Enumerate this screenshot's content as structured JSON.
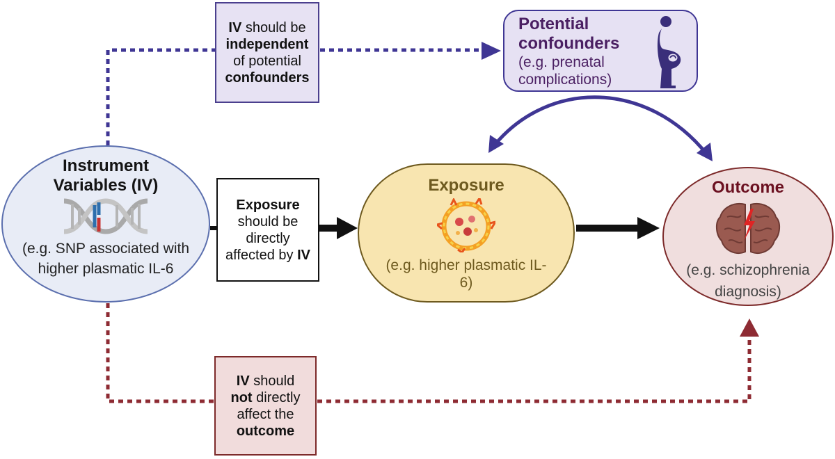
{
  "colors": {
    "iv_fill": "#e8ecf6",
    "iv_border": "#5b6fae",
    "exposure_fill": "#f8e5b0",
    "exposure_border": "#6e5a1f",
    "outcome_fill": "#f0dede",
    "outcome_border": "#7d2a2a",
    "confounder_fill": "#e6e1f3",
    "confounder_border": "#3f3694",
    "purple_connector": "#3f3694",
    "red_connector": "#8e2b33",
    "black_connector": "#111111"
  },
  "instrument": {
    "title_line1": "Instrument",
    "title_line2": "Variables (IV)",
    "icon": "dna-icon",
    "example_line1": "(e.g. SNP associated with",
    "example_line2": "higher plasmatic IL-6"
  },
  "exposure": {
    "title": "Exposure",
    "icon": "inflammation-icon",
    "example": "(e.g. higher plasmatic IL-6)"
  },
  "outcome": {
    "title": "Outcome",
    "icon": "brain-icon",
    "example_line1": "(e.g. schizophrenia",
    "example_line2": "diagnosis)"
  },
  "confounders": {
    "title_line1": "Potential",
    "title_line2": "confounders",
    "icon": "pregnant-woman-icon",
    "example_line1": "(e.g. prenatal",
    "example_line2": "complications)"
  },
  "conditions": {
    "independence": {
      "line1_bold": "IV",
      "line1_rest": " should be",
      "line2": "independent",
      "line3": "of potential",
      "line4": "confounders"
    },
    "relevance": {
      "line1": "Exposure",
      "line2": "should be",
      "line3": "directly",
      "line4_rest": "affected by ",
      "line4_bold": "IV"
    },
    "exclusion": {
      "line1_bold": "IV",
      "line1_rest": " should",
      "line2_bold": "not",
      "line2_rest": " directly",
      "line3": "affect the",
      "line4": "outcome"
    }
  }
}
